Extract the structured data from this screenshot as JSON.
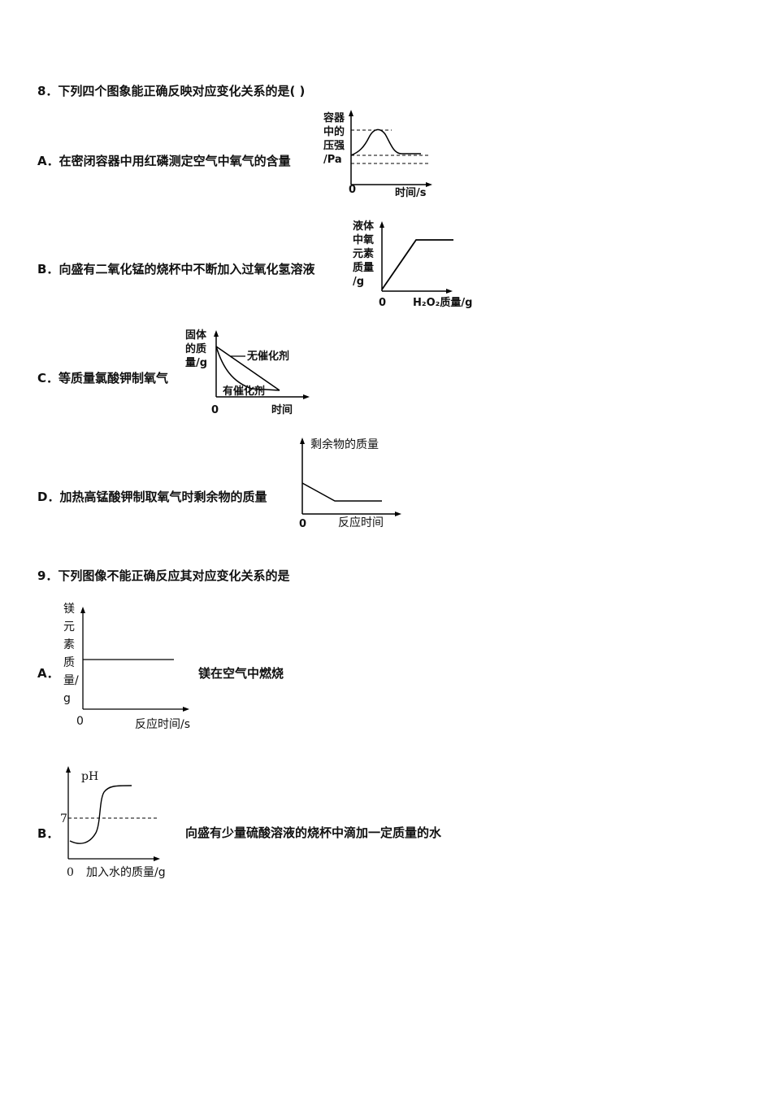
{
  "q8": {
    "stem": "8．下列四个图象能正确反映对应变化关系的是(   )",
    "options": [
      {
        "letter": "A．",
        "text": "在密闭容器中用红磷测定空气中氧气的含量",
        "graph": {
          "ylabel_lines": [
            "容器",
            "中的",
            "压强",
            "/Pa"
          ],
          "origin": "0",
          "xlabel": "时间/s"
        }
      },
      {
        "letter": "B．",
        "text": "向盛有二氧化锰的烧杯中不断加入过氧化氢溶液",
        "graph": {
          "ylabel_lines": [
            "液体",
            "中氧",
            "元素",
            "质量",
            "/g"
          ],
          "origin": "0",
          "xlabel": "H₂O₂质量/g"
        }
      },
      {
        "letter": "C．",
        "text": "等质量氯酸钾制氧气",
        "graph": {
          "ylabel_lines": [
            "固体",
            "的质",
            "量/g"
          ],
          "origin": "0",
          "xlabel": "时间",
          "curve1": "无催化剂",
          "curve2": "有催化剂"
        }
      },
      {
        "letter": "D．",
        "text": "加热高锰酸钾制取氧气时剩余物的质量",
        "graph": {
          "ylabel": "剩余物的质量",
          "origin": "0",
          "xlabel": "反应时间"
        }
      }
    ]
  },
  "q9": {
    "stem": "9．下列图像不能正确反应其对应变化关系的是",
    "options": [
      {
        "letter": "A．",
        "text": "镁在空气中燃烧",
        "graph": {
          "ylabel_lines": [
            "镁",
            "元",
            "素",
            "质",
            "量/",
            "g"
          ],
          "origin": "0",
          "xlabel": "反应时间/s"
        }
      },
      {
        "letter": "B．",
        "text": "向盛有少量硫酸溶液的烧杯中滴加一定质量的水",
        "graph": {
          "ylabel": "pH",
          "ref": "7",
          "origin": "0",
          "xlabel": "加入水的质量/g"
        }
      }
    ]
  }
}
